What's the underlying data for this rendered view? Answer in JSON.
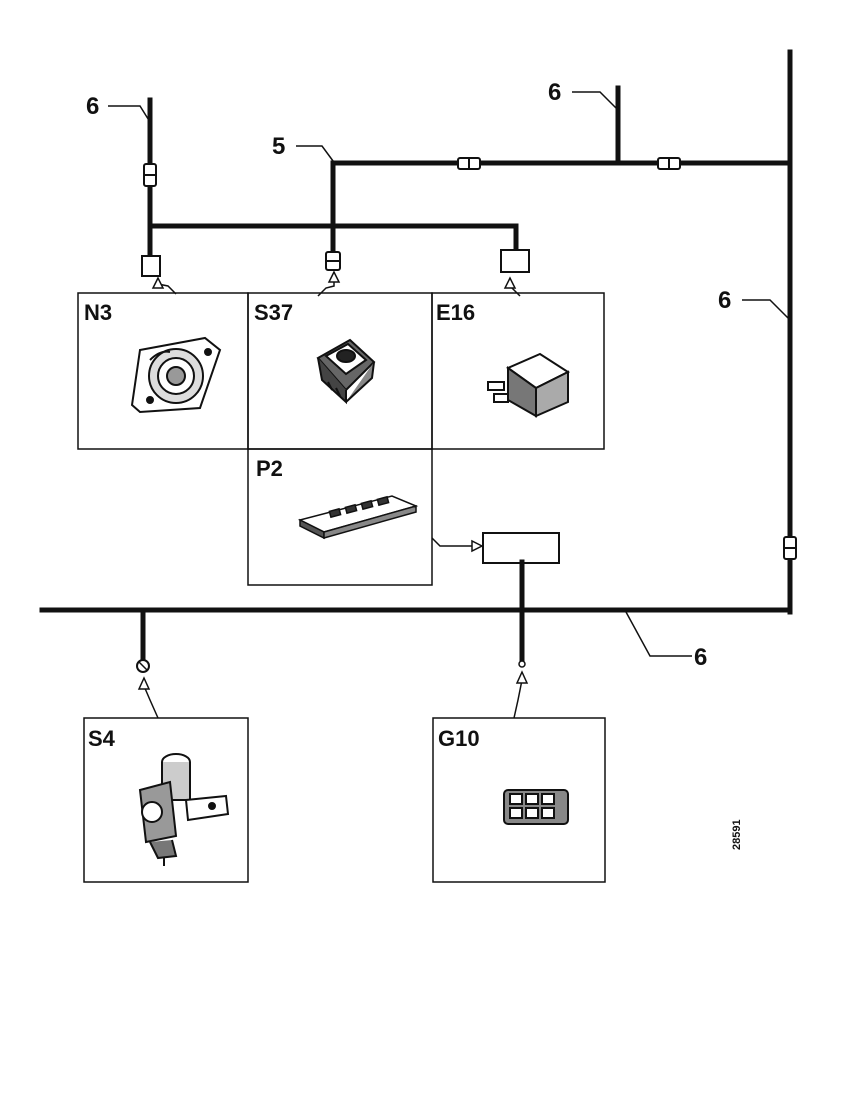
{
  "wire_labels": {
    "top_left": "6",
    "top_middle": "5",
    "top_right": "6",
    "right_side": "6",
    "bottom_bus": "6"
  },
  "components": {
    "n3": "N3",
    "s37": "S37",
    "e16": "E16",
    "p2": "P2",
    "s4": "S4",
    "g10": "G10"
  },
  "reference_number": "28591",
  "colors": {
    "line": "#111111",
    "background": "#ffffff"
  }
}
